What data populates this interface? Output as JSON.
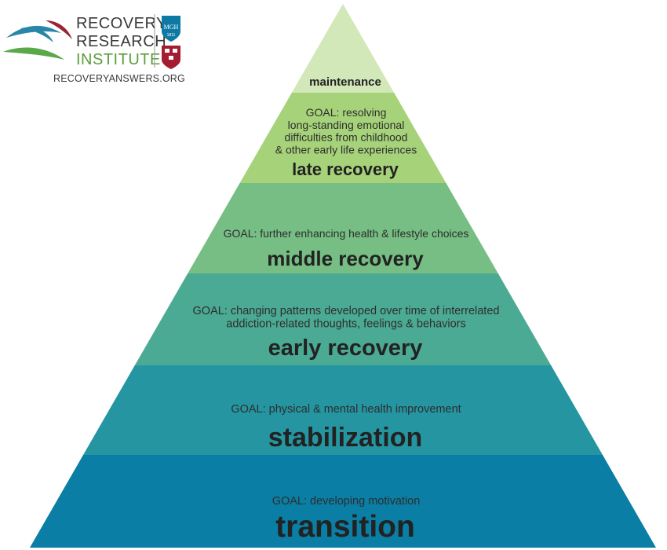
{
  "logo": {
    "line1": "RECOVERY",
    "line2": "RESEARCH",
    "line3": "INSTITUTE",
    "url": "RECOVERYANSWERS.ORG",
    "mgh_badge": "MGH",
    "mgh_year": "1811",
    "colors": {
      "text": "#3a3a3a",
      "institute": "#5a9e3c",
      "mgh": "#0e7aa3",
      "harvard": "#a51c30",
      "leaf_blue": "#2a86a8",
      "leaf_red": "#9b2335",
      "leaf_green": "#5aa84a"
    }
  },
  "pyramid": {
    "tiers": [
      {
        "id": "maintenance",
        "stage": "maintenance",
        "goal_lines": [],
        "color": "#d2e8b9"
      },
      {
        "id": "late-recovery",
        "stage": "late recovery",
        "goal_lines": [
          "GOAL: resolving",
          "long-standing emotional",
          "difficulties from childhood",
          "& other early life experiences"
        ],
        "color": "#a6d27a"
      },
      {
        "id": "middle-recovery",
        "stage": "middle recovery",
        "goal_lines": [
          "GOAL: further enhancing health & lifestyle choices"
        ],
        "color": "#76be84"
      },
      {
        "id": "early-recovery",
        "stage": "early recovery",
        "goal_lines": [
          "GOAL: changing patterns developed over time of interrelated",
          "addiction-related thoughts, feelings & behaviors"
        ],
        "color": "#4baa93"
      },
      {
        "id": "stabilization",
        "stage": "stabilization",
        "goal_lines": [
          "GOAL: physical & mental health improvement"
        ],
        "color": "#2495a1"
      },
      {
        "id": "transition",
        "stage": "transition",
        "goal_lines": [
          "GOAL: developing motivation"
        ],
        "color": "#0a7ea4"
      }
    ]
  }
}
